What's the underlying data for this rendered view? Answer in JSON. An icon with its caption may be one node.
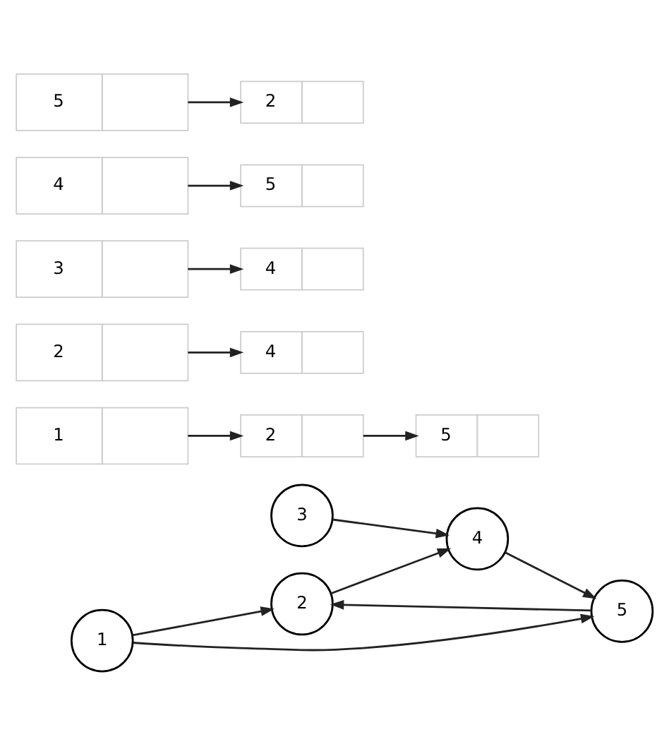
{
  "diagram": {
    "nodes": [
      {
        "text": [
          "1"
        ]
      },
      {
        "text": [
          "2"
        ]
      },
      {
        "text": [
          "3"
        ]
      },
      {
        "text": [
          "5"
        ]
      },
      {
        "text": [
          "4"
        ]
      },
      {
        "text": [
          "1"
        ]
      },
      {
        "text": [
          "2"
        ]
      },
      {
        "text": [
          "5"
        ]
      },
      {
        "text": [
          "2"
        ]
      },
      {
        "text": [
          "4"
        ]
      },
      {
        "text": [
          "3"
        ]
      },
      {
        "text": [
          "4"
        ]
      },
      {
        "text": [
          "4"
        ]
      },
      {
        "text": [
          "5"
        ]
      },
      {
        "text": [
          "5"
        ]
      },
      {
        "text": [
          "2"
        ]
      }
    ],
    "edges": [
      {
        "from": 0,
        "to": 1,
        "arrow": "to"
      },
      {
        "from": 0,
        "to": 3,
        "arrow": "to"
      },
      {
        "from": 3,
        "to": 1,
        "arrow": "to"
      },
      {
        "from": 1,
        "to": 4,
        "arrow": "to"
      },
      {
        "from": 2,
        "to": 4,
        "arrow": "to"
      },
      {
        "from": 4,
        "to": 3,
        "arrow": "to"
      },
      {
        "from": 5,
        "to": 6,
        "arrow": "to"
      },
      {
        "from": 6,
        "to": 7,
        "arrow": "to"
      },
      {
        "from": 8,
        "to": 9,
        "arrow": "to"
      },
      {
        "from": 10,
        "to": 11,
        "arrow": "to"
      },
      {
        "from": 12,
        "to": 13,
        "arrow": "to"
      },
      {
        "from": 14,
        "to": 15,
        "arrow": "to"
      }
    ]
  }
}
